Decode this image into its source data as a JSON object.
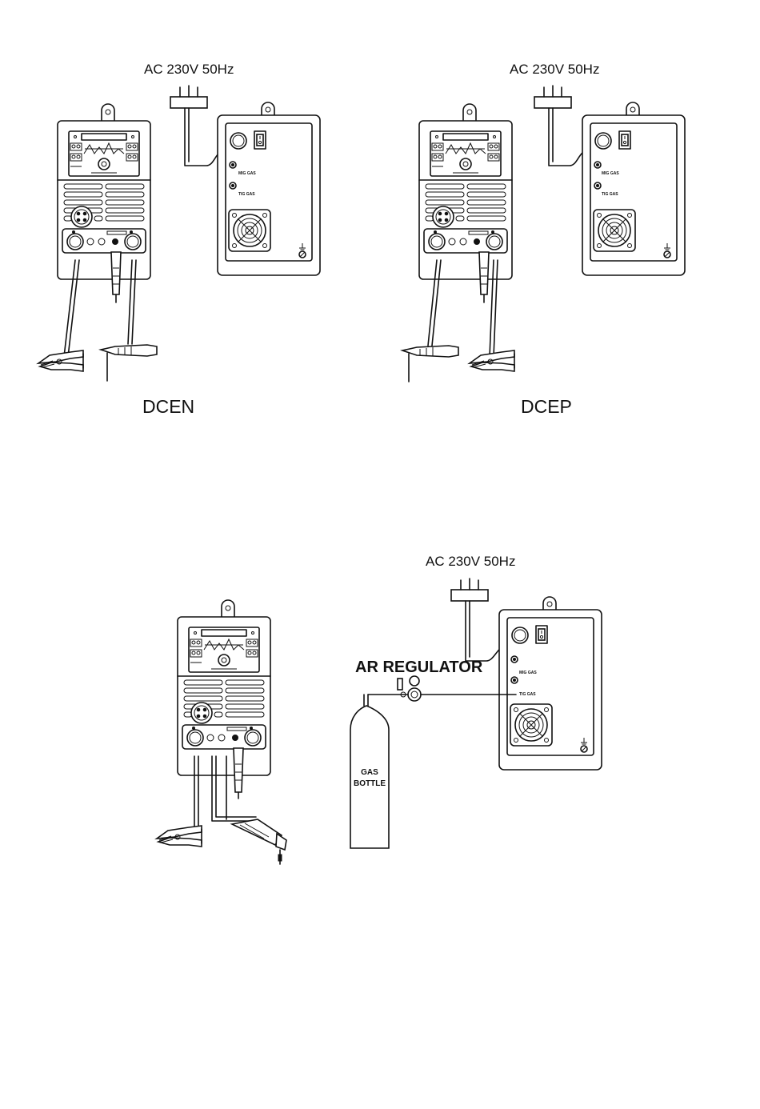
{
  "labels": {
    "ac_supply_top_left": "AC 230V 50Hz",
    "ac_supply_top_right": "AC 230V 50Hz",
    "ac_supply_bottom": "AC 230V 50Hz",
    "dcen": "DCEN",
    "dcep": "DCEP",
    "ar_regulator": "AR REGULATOR",
    "gas_bottle_line1": "GAS",
    "gas_bottle_line2": "BOTTLE",
    "mig_gas": "MIG GAS",
    "tig_gas": "TIG GAS"
  }
}
